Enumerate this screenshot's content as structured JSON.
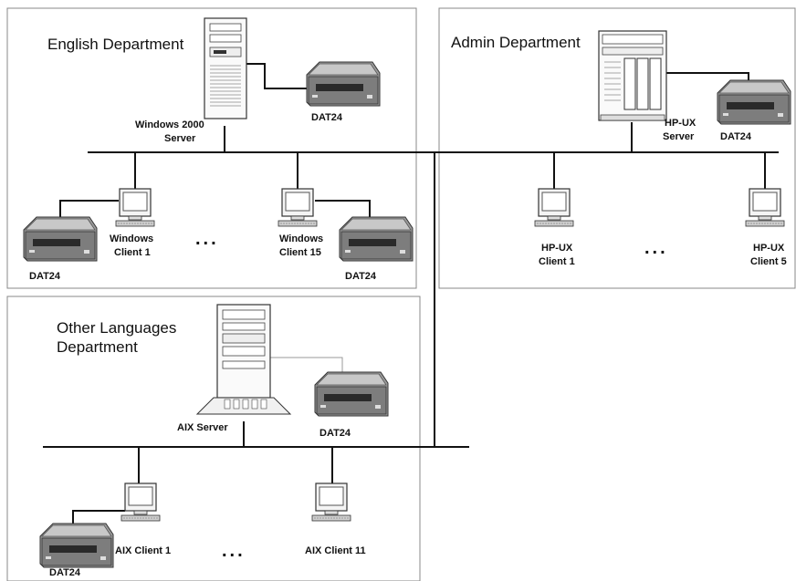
{
  "departments": {
    "english": {
      "title": "English Department",
      "server_line1": "Windows 2000",
      "server_line2": "Server",
      "server_drive": "DAT24",
      "client_a_line1": "Windows",
      "client_a_line2": "Client 1",
      "client_a_drive": "DAT24",
      "client_b_line1": "Windows",
      "client_b_line2": "Client 15",
      "client_b_drive": "DAT24",
      "ellipsis": "..."
    },
    "admin": {
      "title": "Admin Department",
      "server_line1": "HP-UX",
      "server_line2": "Server",
      "server_drive": "DAT24",
      "client_a_line1": "HP-UX",
      "client_a_line2": "Client 1",
      "client_b_line1": "HP-UX",
      "client_b_line2": "Client 5",
      "ellipsis": "..."
    },
    "other": {
      "title_line1": "Other Languages",
      "title_line2": "Department",
      "server_label": "AIX Server",
      "server_drive": "DAT24",
      "client_a_label": "AIX Client 1",
      "client_a_drive": "DAT24",
      "client_b_label": "AIX Client 11",
      "ellipsis": "..."
    }
  },
  "icons": {
    "server": "tower-server-icon",
    "client": "monitor-icon",
    "drive": "tape-drive-icon"
  }
}
